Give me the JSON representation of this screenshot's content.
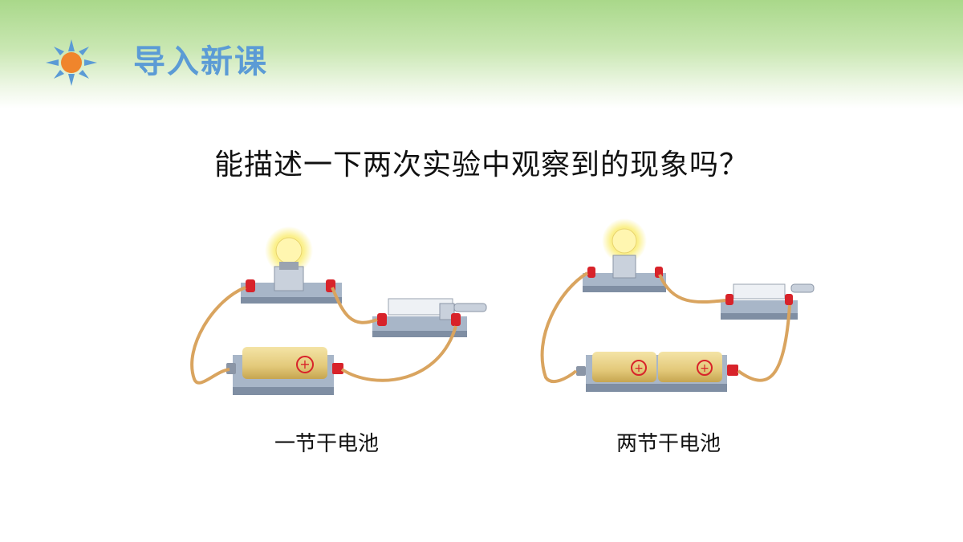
{
  "header": {
    "title": "导入新课",
    "icon": "sun-icon"
  },
  "question": "能描述一下两次实验中观察到的现象吗？",
  "circuits": [
    {
      "caption": "一节干电池",
      "battery_count": 1
    },
    {
      "caption": "两节干电池",
      "battery_count": 2
    }
  ],
  "colors": {
    "accent": "#5b9bd5",
    "sun": "#f0852c",
    "wire": "#d9a45f",
    "battery": "#e6cf82",
    "terminal": "#d8232a",
    "base": "#9aa9bd"
  }
}
